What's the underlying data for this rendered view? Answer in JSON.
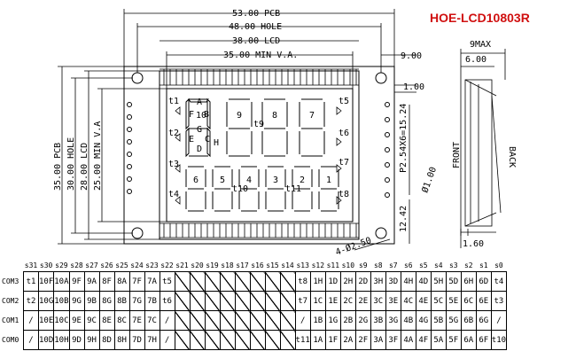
{
  "part_number": "HOE-LCD10803R",
  "dimensions": {
    "pcb_width": "53.00 PCB",
    "hole_width": "48.00 HOLE",
    "lcd_width": "38.00 LCD",
    "va_width": "35.00 MIN V.A.",
    "pcb_height": "35.00 PCB",
    "hole_height": "30.00 HOLE",
    "lcd_height": "28.00 LCD",
    "va_height": "25.00 MIN V.A",
    "right_offset": "9.00",
    "pin_offset": "1.00",
    "pin_pitch": "P2.54X6=15.24",
    "pin_dia": "Ø1.00",
    "bottom_offset": "12.42",
    "hole_dia": "4-Ø2.50",
    "side_max": "9MAX",
    "side_width": "6.00",
    "side_thick": "1.60",
    "front_label": "FRONT",
    "back_label": "BACK"
  },
  "segments": {
    "left_labels": [
      "t1",
      "t2",
      "t3",
      "t4"
    ],
    "right_labels": [
      "t5",
      "t6",
      "t7",
      "t8"
    ],
    "mid_labels": [
      "t9",
      "t10",
      "t11"
    ],
    "digit_top": [
      "A",
      "F",
      "10",
      "B",
      "G",
      "E",
      "D",
      "C",
      "H"
    ],
    "upper_digits": [
      "9",
      "8",
      "7"
    ],
    "lower_digits": [
      "6",
      "5",
      "4",
      "3",
      "2",
      "1"
    ]
  },
  "pin_table": {
    "headers": [
      "s31",
      "s30",
      "s29",
      "s28",
      "s27",
      "s26",
      "s25",
      "s24",
      "s23",
      "s22",
      "s21",
      "s20",
      "s19",
      "s18",
      "s17",
      "s16",
      "s15",
      "s14",
      "s13",
      "s12",
      "s11",
      "s10",
      "s9",
      "s8",
      "s7",
      "s6",
      "s5",
      "s4",
      "s3",
      "s2",
      "s1",
      "s0"
    ],
    "rows": [
      {
        "com": "COM3",
        "cells": [
          "t1",
          "10F",
          "10A",
          "9F",
          "9A",
          "8F",
          "8A",
          "7F",
          "7A",
          "t5",
          "",
          "",
          "",
          "",
          "",
          "",
          "",
          "",
          "t8",
          "1H",
          "1D",
          "2H",
          "2D",
          "3H",
          "3D",
          "4H",
          "4D",
          "5H",
          "5D",
          "6H",
          "6D",
          "t4"
        ]
      },
      {
        "com": "COM2",
        "cells": [
          "t2",
          "10G",
          "10B",
          "9G",
          "9B",
          "8G",
          "8B",
          "7G",
          "7B",
          "t6",
          "",
          "",
          "",
          "",
          "",
          "",
          "",
          "",
          "t7",
          "1C",
          "1E",
          "2C",
          "2E",
          "3C",
          "3E",
          "4C",
          "4E",
          "5C",
          "5E",
          "6C",
          "6E",
          "t3"
        ]
      },
      {
        "com": "COM1",
        "cells": [
          "/",
          "10E",
          "10C",
          "9E",
          "9C",
          "8E",
          "8C",
          "7E",
          "7C",
          "/",
          "",
          "",
          "",
          "",
          "",
          "",
          "",
          "",
          "/",
          "1B",
          "1G",
          "2B",
          "2G",
          "3B",
          "3G",
          "4B",
          "4G",
          "5B",
          "5G",
          "6B",
          "6G",
          "/"
        ]
      },
      {
        "com": "COM0",
        "cells": [
          "/",
          "10D",
          "10H",
          "9D",
          "9H",
          "8D",
          "8H",
          "7D",
          "7H",
          "/",
          "",
          "",
          "",
          "",
          "",
          "",
          "",
          "",
          "t11",
          "1A",
          "1F",
          "2A",
          "2F",
          "3A",
          "3F",
          "4A",
          "4F",
          "5A",
          "5F",
          "6A",
          "6F",
          "t10"
        ]
      }
    ]
  }
}
